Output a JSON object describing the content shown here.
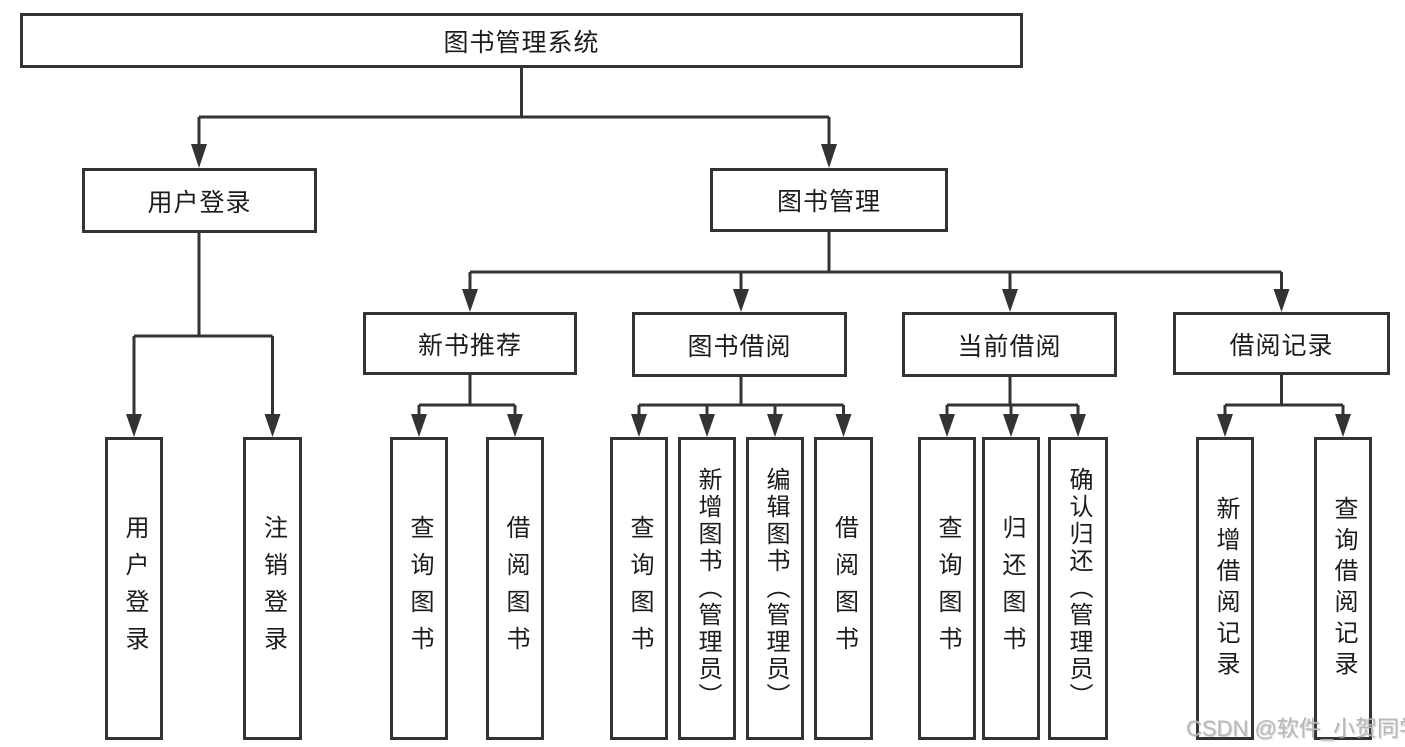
{
  "colors": {
    "line": "#333333",
    "text": "#1c1c1c",
    "box_background": "#ffffff",
    "watermark": "#b8b8b8"
  },
  "watermark": {
    "text": "CSDN @软件_小贺同学"
  },
  "nodes": {
    "root": {
      "label": "图书管理系统"
    },
    "user_login": {
      "label": "用户登录",
      "children": [
        {
          "label": "用户登录"
        },
        {
          "label": "注销登录"
        }
      ]
    },
    "book_mgmt": {
      "label": "图书管理",
      "children": [
        {
          "label": "新书推荐",
          "children": [
            {
              "label": "查询图书"
            },
            {
              "label": "借阅图书"
            }
          ]
        },
        {
          "label": "图书借阅",
          "children": [
            {
              "label": "查询图书"
            },
            {
              "label": "新增图书（管理员）"
            },
            {
              "label": "编辑图书（管理员）"
            },
            {
              "label": "借阅图书"
            }
          ]
        },
        {
          "label": "当前借阅",
          "children": [
            {
              "label": "查询图书"
            },
            {
              "label": "归还图书"
            },
            {
              "label": "确认归还（管理员）"
            }
          ]
        },
        {
          "label": "借阅记录",
          "children": [
            {
              "label": "新增借阅记录"
            },
            {
              "label": "查询借阅记录"
            }
          ]
        }
      ]
    }
  }
}
